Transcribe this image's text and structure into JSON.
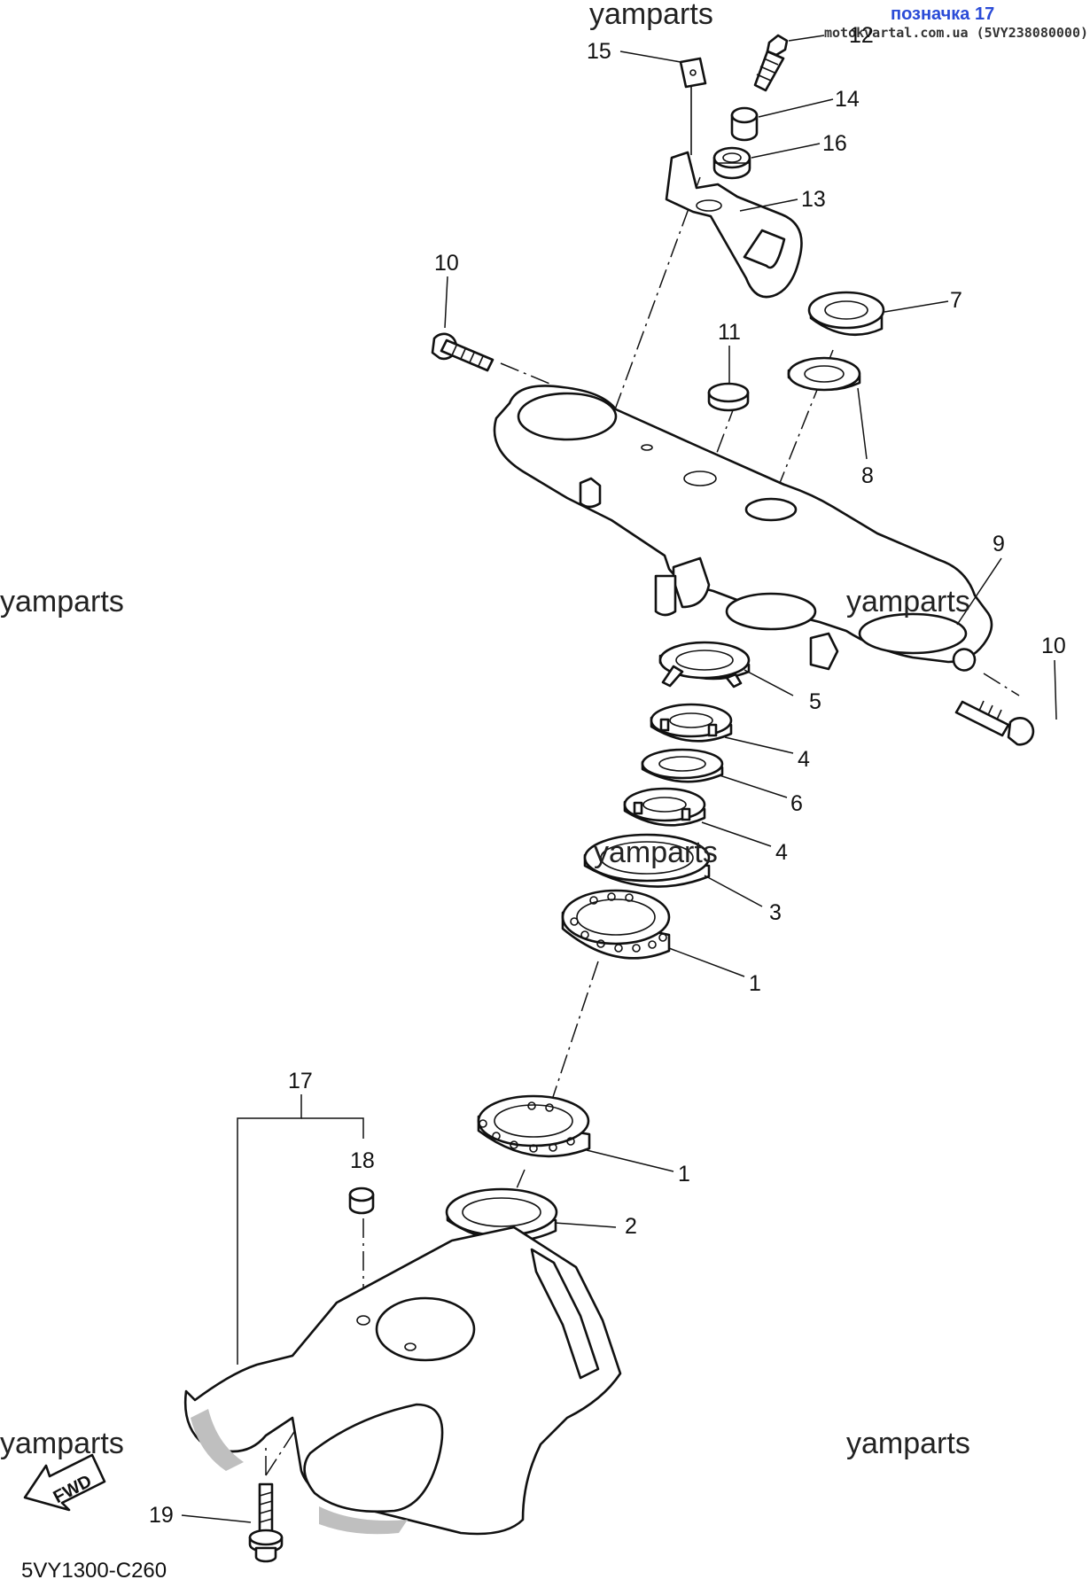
{
  "header": {
    "badge": "позначка 17",
    "site": "motokvartal.com.ua (5VY238080000)"
  },
  "watermarks": {
    "top": "yamparts",
    "left_mid": "yamparts",
    "right_mid": "yamparts",
    "center": "yamparts",
    "left_bottom": "yamparts",
    "right_bottom": "yamparts"
  },
  "diagram_code": "5VY1300-C260",
  "fwd_label": "FWD",
  "callouts": {
    "c12": "12",
    "c15": "15",
    "c14": "14",
    "c16": "16",
    "c13": "13",
    "c10a": "10",
    "c7": "7",
    "c11": "11",
    "c8": "8",
    "c9": "9",
    "c10b": "10",
    "c5": "5",
    "c4a": "4",
    "c6": "6",
    "c4b": "4",
    "c3": "3",
    "c1a": "1",
    "c17": "17",
    "c18": "18",
    "c1b": "1",
    "c2": "2",
    "c19": "19"
  }
}
